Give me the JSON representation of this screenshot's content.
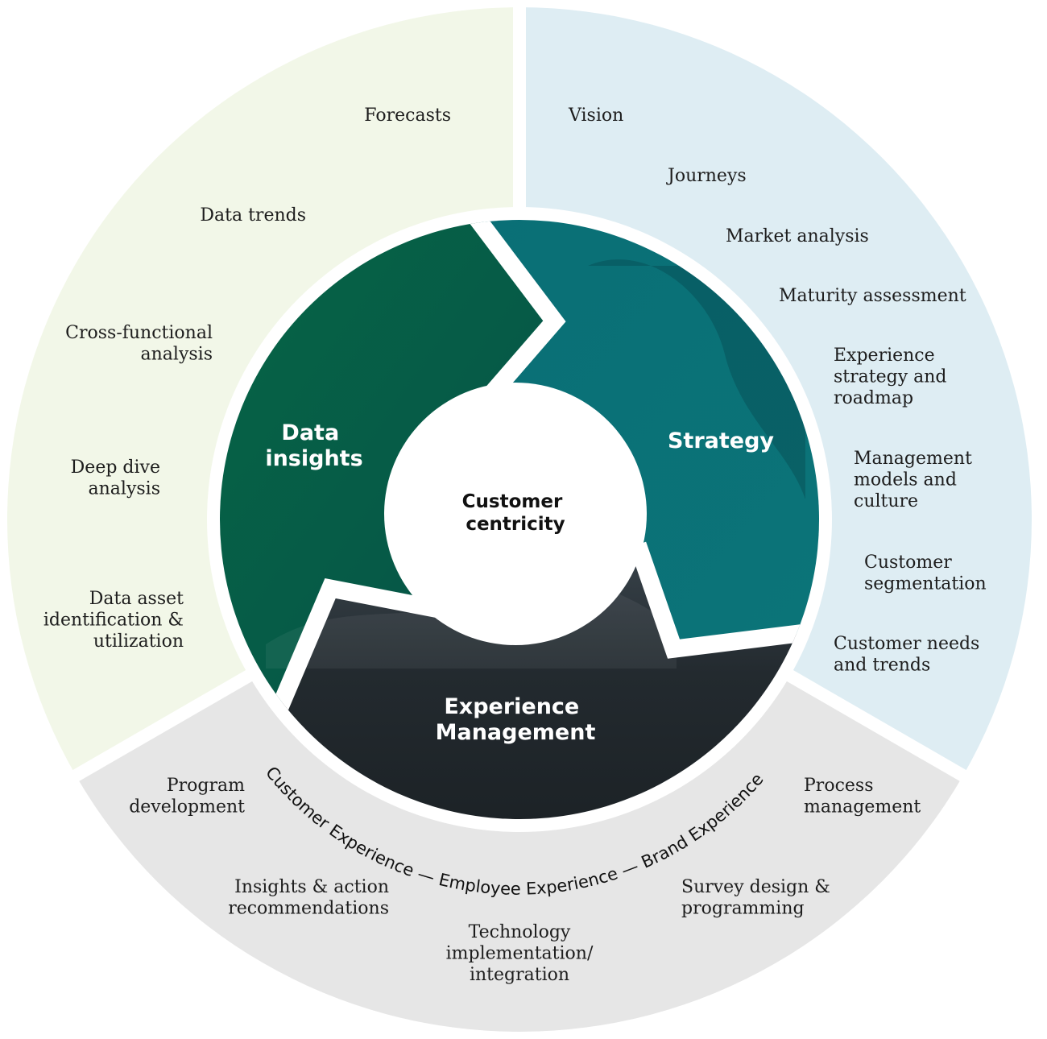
{
  "center": {
    "title_lines": [
      "Customer",
      "centricity"
    ]
  },
  "segments": [
    {
      "id": "data-insights",
      "title_lines": [
        "Data",
        "insights"
      ],
      "outer_color": "#f2f7e8",
      "inner_color": "#065e48",
      "items": [
        {
          "lines": [
            "Forecasts"
          ],
          "align": "end"
        },
        {
          "lines": [
            "Data trends"
          ],
          "align": "end"
        },
        {
          "lines": [
            "Cross-functional",
            "analysis"
          ],
          "align": "end"
        },
        {
          "lines": [
            "Deep dive",
            "analysis"
          ],
          "align": "end"
        },
        {
          "lines": [
            "Data asset",
            "identification &",
            "utilization"
          ],
          "align": "end"
        }
      ]
    },
    {
      "id": "strategy",
      "title_lines": [
        "Strategy"
      ],
      "outer_color": "#deedf3",
      "inner_color": "#0b6e75",
      "items": [
        {
          "lines": [
            "Vision"
          ],
          "align": "start"
        },
        {
          "lines": [
            "Journeys"
          ],
          "align": "start"
        },
        {
          "lines": [
            "Market analysis"
          ],
          "align": "start"
        },
        {
          "lines": [
            "Maturity assessment"
          ],
          "align": "start"
        },
        {
          "lines": [
            "Experience",
            "strategy and",
            "roadmap"
          ],
          "align": "start"
        },
        {
          "lines": [
            "Management",
            "models and",
            "culture"
          ],
          "align": "start"
        },
        {
          "lines": [
            "Customer",
            "segmentation"
          ],
          "align": "start"
        },
        {
          "lines": [
            "Customer needs",
            "and trends"
          ],
          "align": "start"
        }
      ]
    },
    {
      "id": "experience-management",
      "title_lines": [
        "Experience",
        "Management"
      ],
      "outer_color": "#e6e6e6",
      "inner_color": "#22292d",
      "items": [
        {
          "lines": [
            "Program",
            "development"
          ],
          "align": "end"
        },
        {
          "lines": [
            "Insights & action",
            "recommendations"
          ],
          "align": "end"
        },
        {
          "lines": [
            "Technology",
            "implementation/",
            "integration"
          ],
          "align": "middle"
        },
        {
          "lines": [
            "Survey design &",
            "programming"
          ],
          "align": "start"
        },
        {
          "lines": [
            "Process",
            "management"
          ],
          "align": "start"
        }
      ],
      "arc_label": "Customer Experience — Employee Experience — Brand Experience"
    }
  ]
}
